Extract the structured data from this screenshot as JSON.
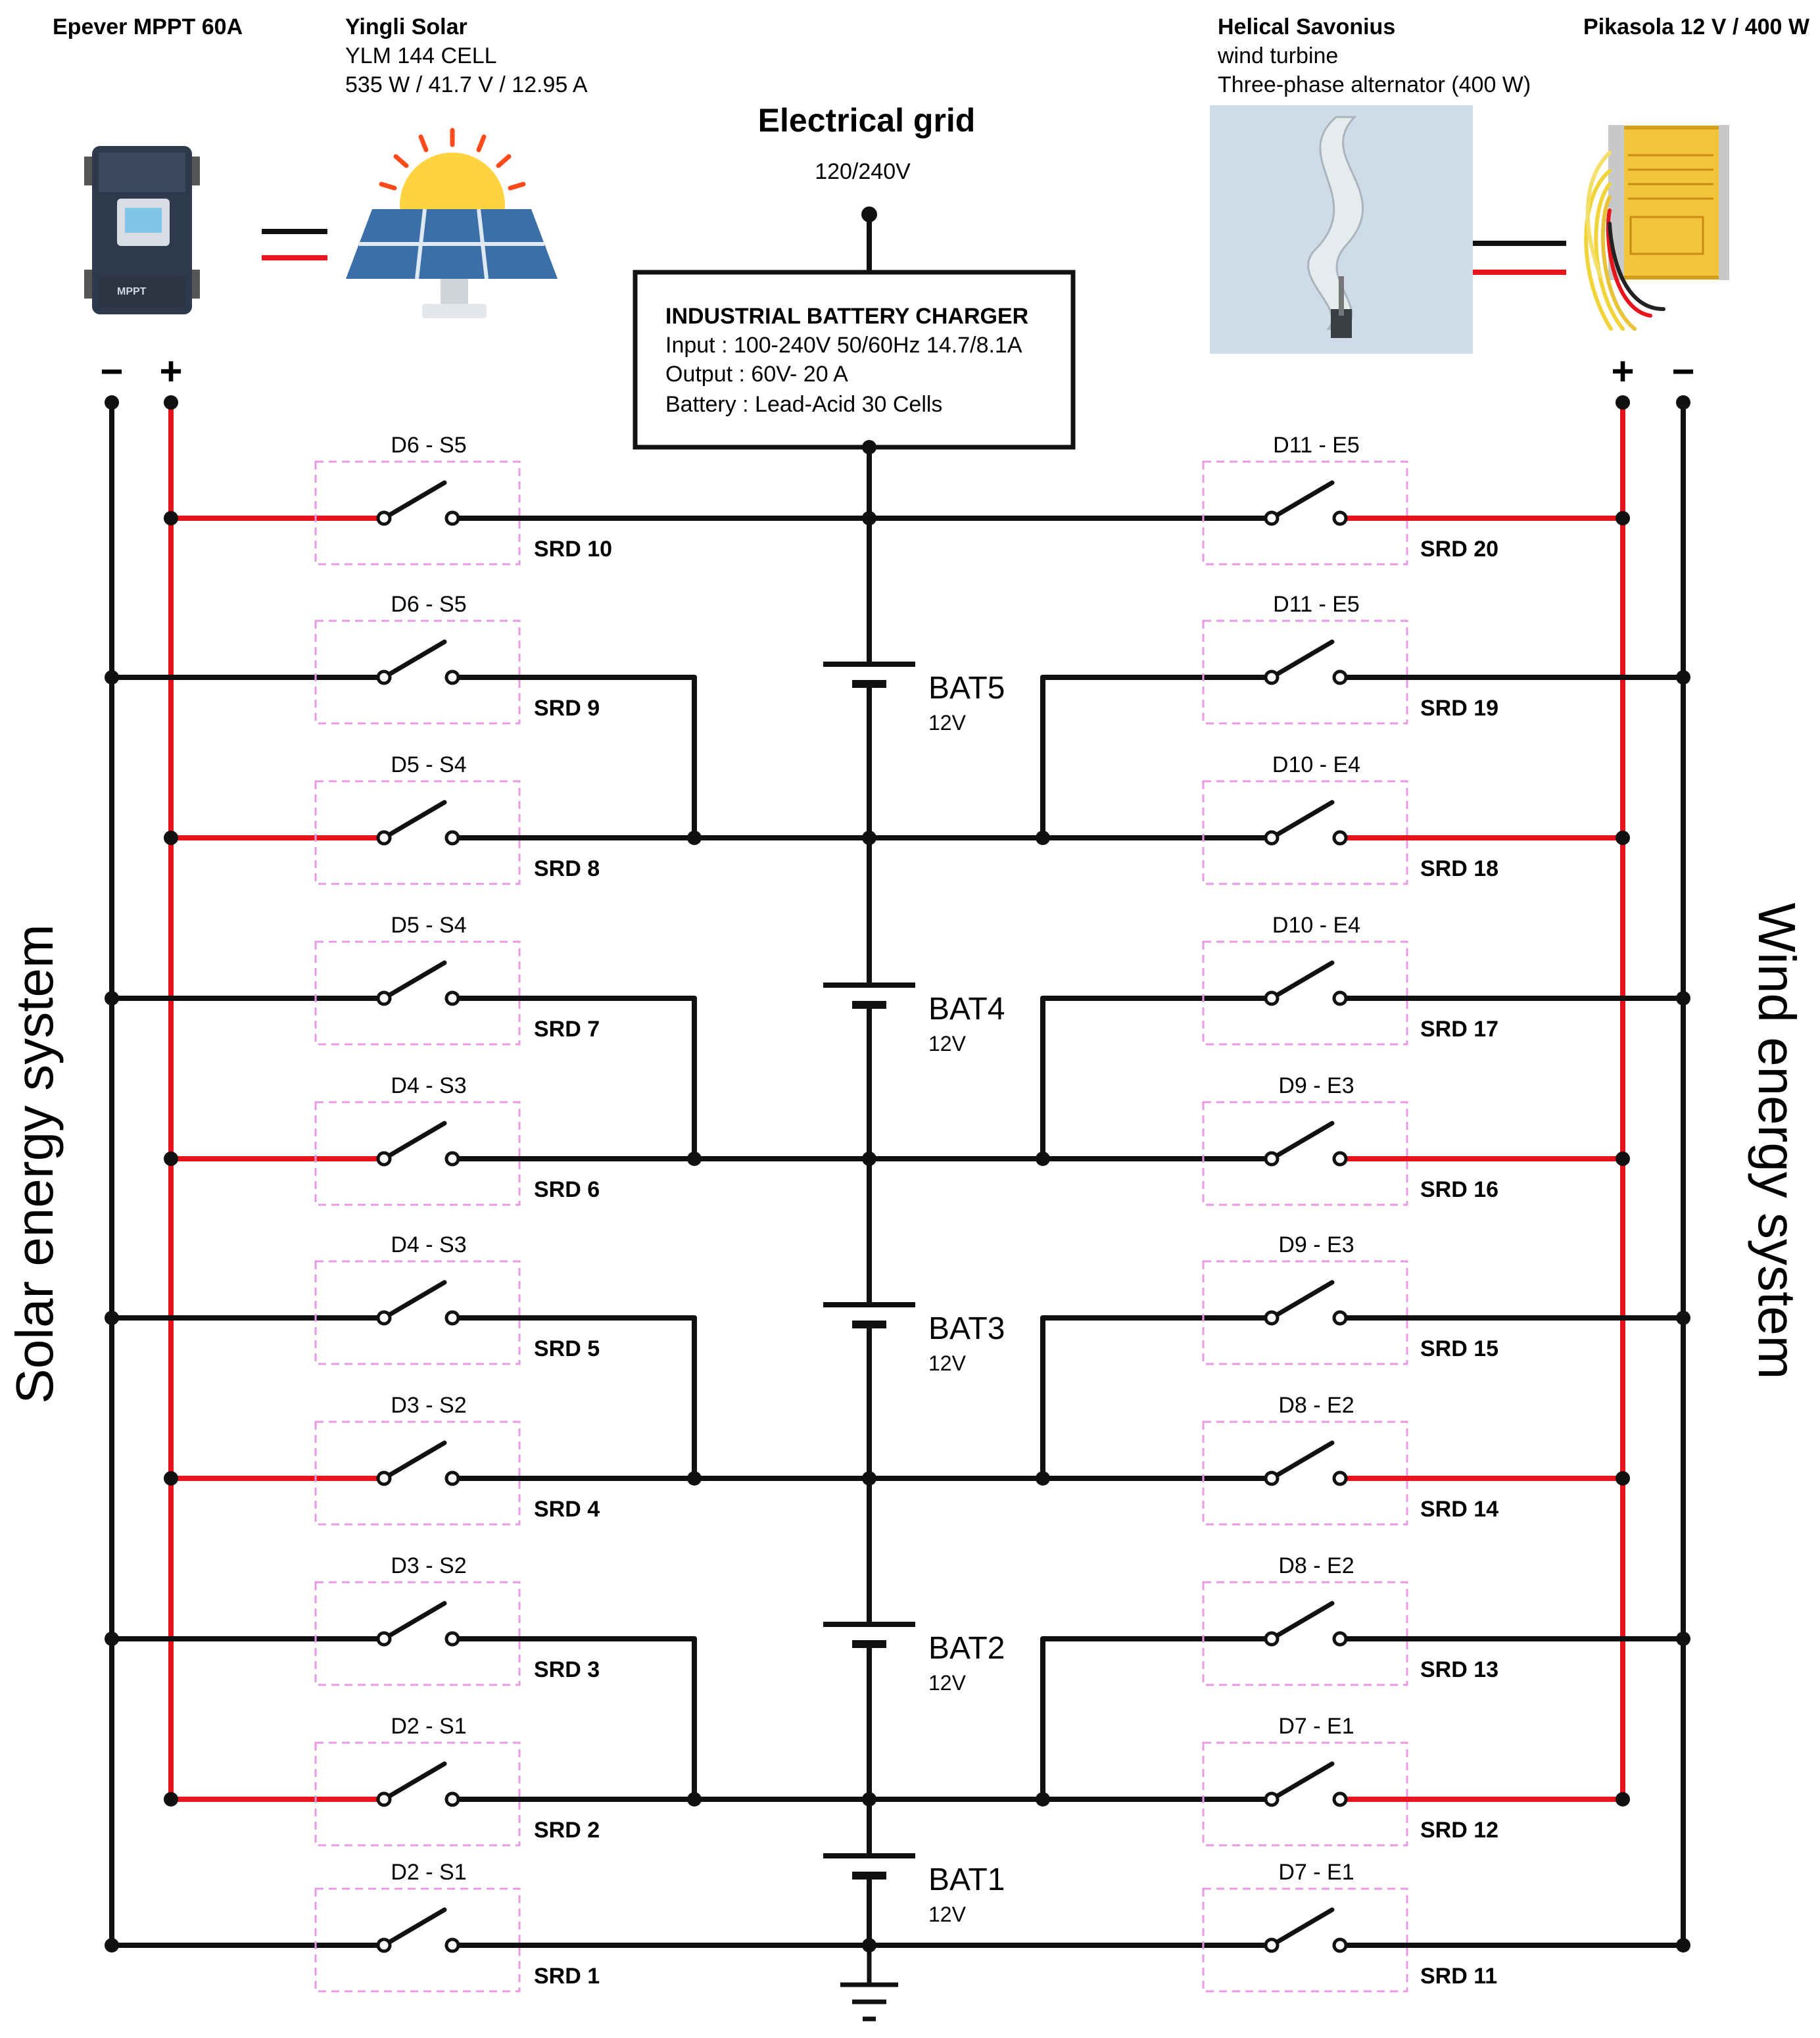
{
  "components": {
    "mppt": {
      "title": "Epever MPPT 60A"
    },
    "solar": {
      "title": "Yingli Solar",
      "line1": "YLM 144 CELL",
      "line2": "535 W / 41.7 V / 12.95 A"
    },
    "grid": {
      "title": "Electrical grid",
      "voltage": "120/240V"
    },
    "turbine": {
      "title": "Helical Savonius",
      "line1": "wind turbine",
      "line2": "Three-phase alternator (400 W)"
    },
    "pikasola": {
      "title": "Pikasola 12 V / 400 W"
    }
  },
  "charger": {
    "title": "INDUSTRIAL BATTERY CHARGER",
    "input": "Input : 100-240V 50/60Hz 14.7/8.1A",
    "output": "Output : 60V- 20 A",
    "battery": "Battery : Lead-Acid 30 Cells"
  },
  "polarity": {
    "minus": "−",
    "plus": "+"
  },
  "side_labels": {
    "solar": "Solar energy system",
    "wind": "Wind energy system"
  },
  "batteries": [
    {
      "name": "BAT5",
      "voltage": "12V"
    },
    {
      "name": "BAT4",
      "voltage": "12V"
    },
    {
      "name": "BAT3",
      "voltage": "12V"
    },
    {
      "name": "BAT2",
      "voltage": "12V"
    },
    {
      "name": "BAT1",
      "voltage": "12V"
    }
  ],
  "relays_left": [
    {
      "label": "D6 - S5",
      "srd": "SRD 10"
    },
    {
      "label": "D6 - S5",
      "srd": "SRD 9"
    },
    {
      "label": "D5 - S4",
      "srd": "SRD 8"
    },
    {
      "label": "D5 - S4",
      "srd": "SRD 7"
    },
    {
      "label": "D4 - S3",
      "srd": "SRD 6"
    },
    {
      "label": "D4 - S3",
      "srd": "SRD 5"
    },
    {
      "label": "D3 - S2",
      "srd": "SRD 4"
    },
    {
      "label": "D3 - S2",
      "srd": "SRD 3"
    },
    {
      "label": "D2 - S1",
      "srd": "SRD 2"
    },
    {
      "label": "D2 - S1",
      "srd": "SRD 1"
    }
  ],
  "relays_right": [
    {
      "label": "D11 - E5",
      "srd": "SRD 20"
    },
    {
      "label": "D11 - E5",
      "srd": "SRD 19"
    },
    {
      "label": "D10 - E4",
      "srd": "SRD 18"
    },
    {
      "label": "D10 - E4",
      "srd": "SRD 17"
    },
    {
      "label": "D9 - E3",
      "srd": "SRD 16"
    },
    {
      "label": "D9 - E3",
      "srd": "SRD 15"
    },
    {
      "label": "D8 - E2",
      "srd": "SRD 14"
    },
    {
      "label": "D8 - E2",
      "srd": "SRD 13"
    },
    {
      "label": "D7 - E1",
      "srd": "SRD 12"
    },
    {
      "label": "D7 - E1",
      "srd": "SRD 11"
    }
  ],
  "colors": {
    "positive_wire": "#e8141b",
    "negative_wire": "#111111",
    "relay_box": "#e79ae3"
  }
}
